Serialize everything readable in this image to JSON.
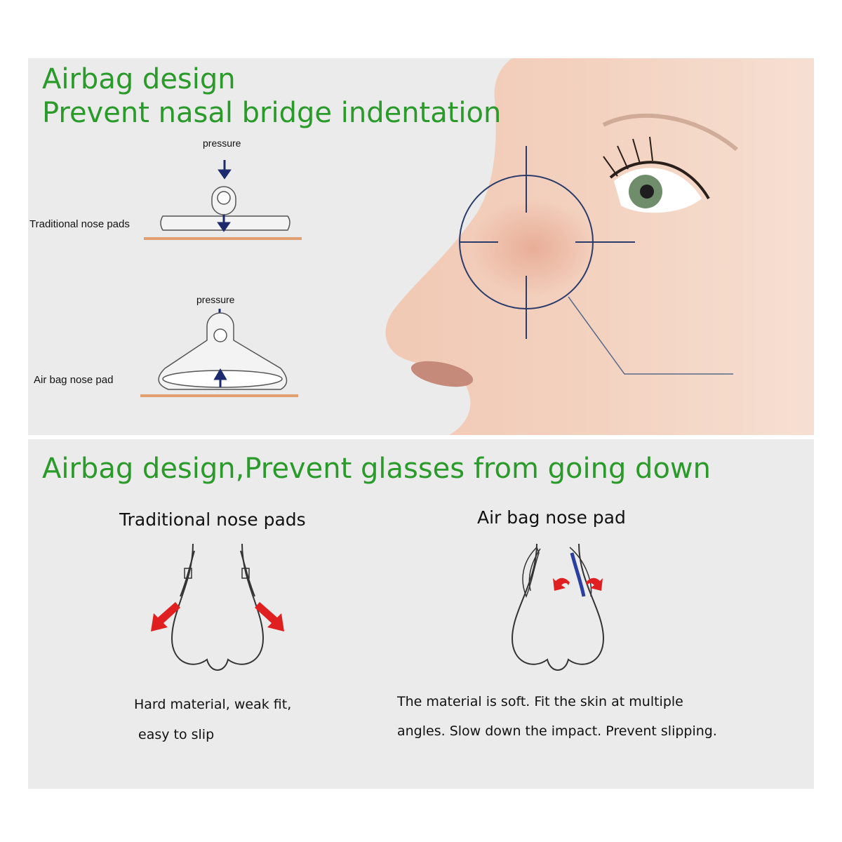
{
  "top": {
    "headline_1": "Airbag design",
    "headline_2": "Prevent nasal bridge indentation",
    "traditional": {
      "pressure_label": "pressure",
      "pad_label": "Traditional nose pads"
    },
    "airbag": {
      "pressure_label": "pressure",
      "pad_label": "Air bag nose pad"
    }
  },
  "bottom": {
    "headline": "Airbag design,Prevent glasses from going down",
    "left": {
      "title": "Traditional nose pads",
      "caption_line_1": "Hard material, weak fit,",
      "caption_line_2": "easy to slip"
    },
    "right": {
      "title": "Air bag nose pad",
      "caption_line_1": "The material is soft. Fit the skin at multiple",
      "caption_line_2": "angles. Slow down the impact. Prevent slipping."
    }
  },
  "colors": {
    "headline_green": "#2a9a2a",
    "arrow_navy": "#1e2a6e",
    "skin_line": "#e0a070",
    "slip_arrow_red": "#e02020",
    "airbag_blue": "#2a3fa0"
  }
}
